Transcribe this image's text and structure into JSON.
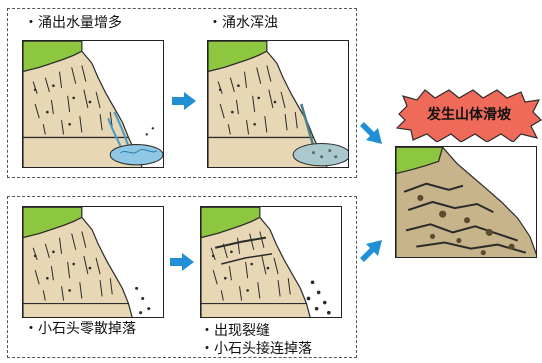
{
  "top_group": {
    "left_label": "・涌出水量增多",
    "right_label": "・涌水浑浊"
  },
  "bottom_group": {
    "left_label": "・小石头零散掉落",
    "right_label_line1": "・出现裂缝",
    "right_label_line2": "・小石头接连掉落"
  },
  "result": {
    "label": "发生山体滑坡"
  },
  "colors": {
    "arrow": "#1f8fd6",
    "grass": "#8dc63f",
    "cliff": "#e7d7b4",
    "water": "#8ec8e4",
    "burst": "#f06a5a",
    "dashed_border": "#555555"
  },
  "icons": [
    "arrow-right-icon",
    "arrow-down-right-icon",
    "arrow-up-right-icon"
  ]
}
